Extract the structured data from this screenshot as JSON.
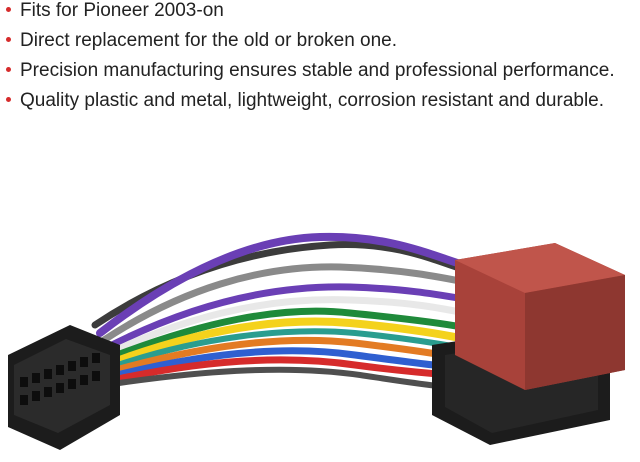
{
  "features": [
    {
      "text": "Fits for Pioneer 2003-on"
    },
    {
      "text": "Direct replacement for the old or broken one."
    },
    {
      "text": "Precision manufacturing ensures stable and professional performance."
    },
    {
      "text": "Quality plastic and metal, lightweight, corrosion resistant and durable."
    }
  ],
  "colors": {
    "bullet": "#d62b2b",
    "text": "#222222",
    "connector_black": "#1c1c1c",
    "connector_red": "#a8423a"
  },
  "icons": {
    "bullet": "red-dot-bullet-icon"
  }
}
